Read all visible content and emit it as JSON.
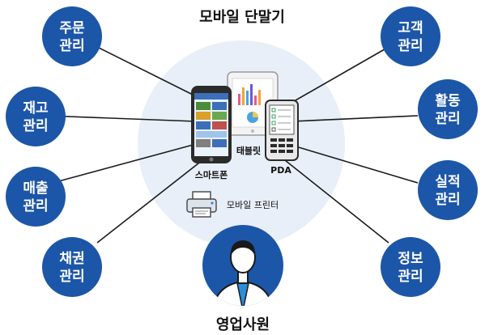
{
  "title": "모바일 단말기",
  "center_label": "영업사원",
  "devices": {
    "smartphone": "스마트폰",
    "tablet": "태블릿",
    "pda": "PDA",
    "printer": "모바일 프린터"
  },
  "left_nodes": [
    {
      "line1": "주문",
      "line2": "관리"
    },
    {
      "line1": "재고",
      "line2": "관리"
    },
    {
      "line1": "매출",
      "line2": "관리"
    },
    {
      "line1": "채권",
      "line2": "관리"
    }
  ],
  "right_nodes": [
    {
      "line1": "고객",
      "line2": "관리"
    },
    {
      "line1": "활동",
      "line2": "관리"
    },
    {
      "line1": "실적",
      "line2": "관리"
    },
    {
      "line1": "정보",
      "line2": "관리"
    }
  ],
  "colors": {
    "bubble": "#1c56a8",
    "halo": "#e8eef7",
    "line": "#1a1a1a",
    "accent_tie": "#2a8fd8"
  }
}
